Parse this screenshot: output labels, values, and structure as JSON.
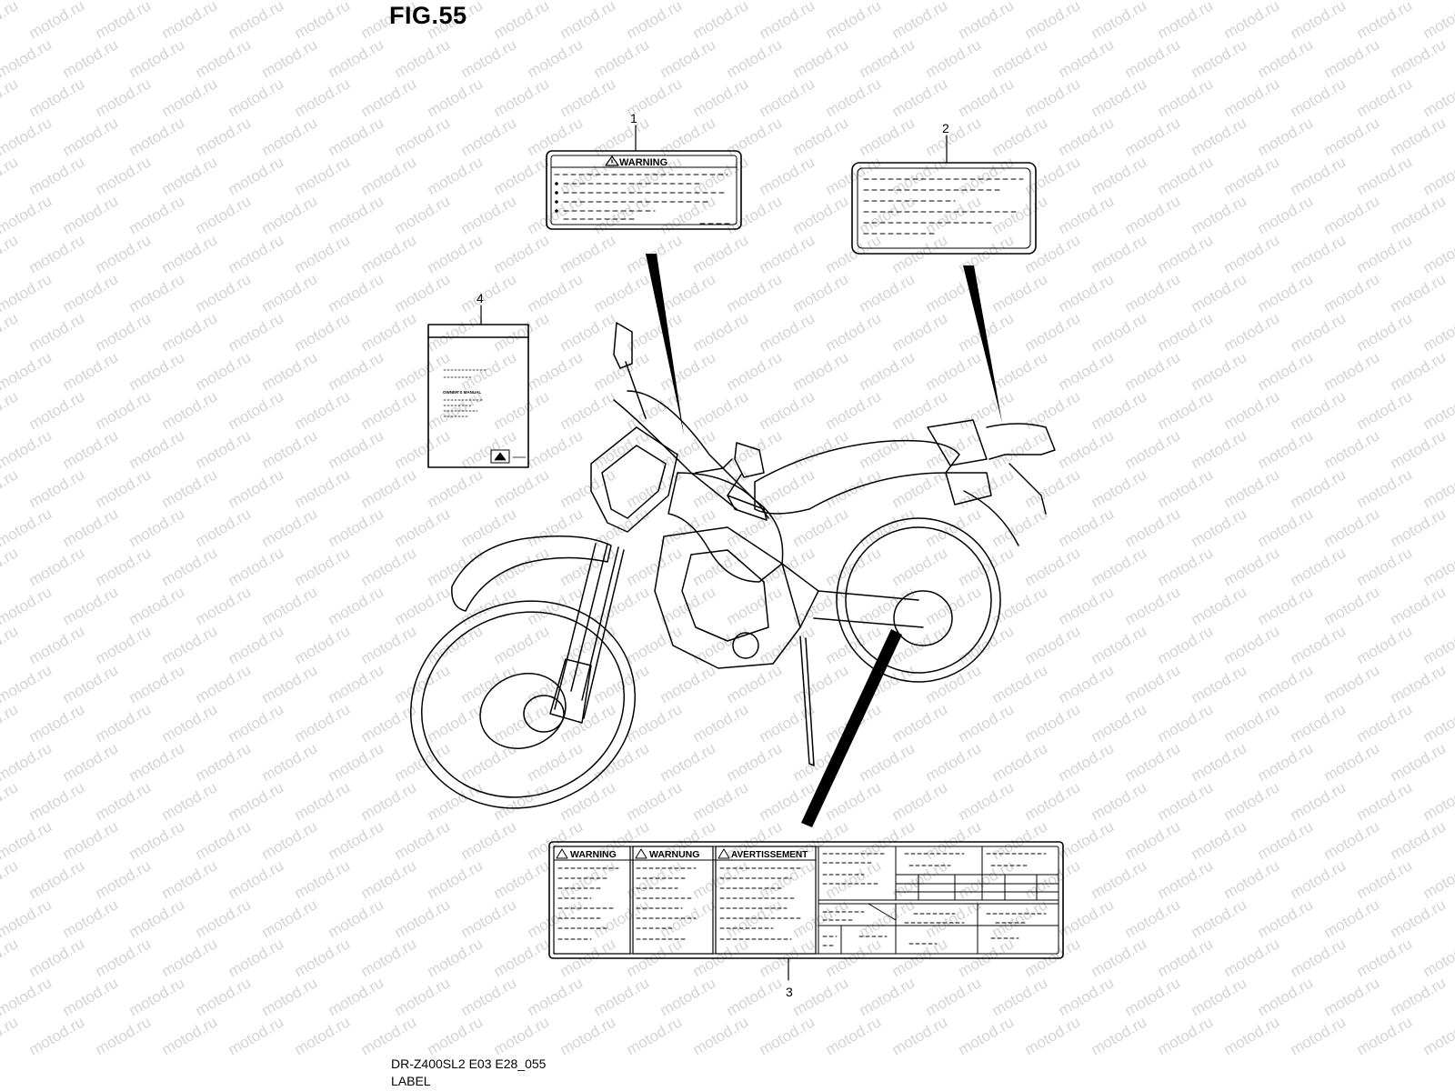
{
  "figure": {
    "title": "FIG.55",
    "model_code": "DR-Z400SL2 E03 E28_055",
    "section": "LABEL"
  },
  "callouts": [
    "1",
    "2",
    "3",
    "4"
  ],
  "labels": {
    "label_1_heading": "WARNING",
    "label_3_headings": [
      "WARNING",
      "WARNUNG",
      "AVERTISSEMENT"
    ],
    "manual_title": "OWNER'S MANUAL"
  },
  "watermark": "motod.ru",
  "colors": {
    "line": "#000000",
    "watermark": "#d4d4d4",
    "background": "#ffffff"
  }
}
